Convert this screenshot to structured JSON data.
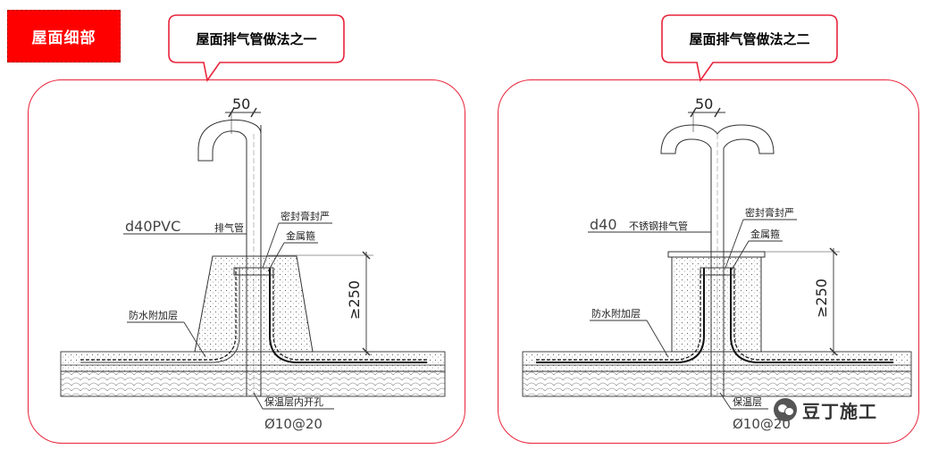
{
  "section_tag": "屋面细部",
  "panels": [
    {
      "title": "屋面排气管做法之一",
      "dimension_top": "50",
      "dimension_side": "≥250",
      "labels": {
        "pipe": "d40PVC",
        "pipe_suffix": "排气管",
        "sealant": "密封膏封严",
        "clamp": "金属箍",
        "waterproof": "防水附加层",
        "insulation_hole": "保温层内开孔",
        "hole_spacing": "Ø10@20"
      }
    },
    {
      "title": "屋面排气管做法之二",
      "dimension_top": "50",
      "dimension_side": "≥250",
      "labels": {
        "pipe": "d40",
        "pipe_suffix": "不锈钢排气管",
        "sealant": "密封膏封严",
        "clamp": "金属箍",
        "waterproof": "防水附加层",
        "insulation_hole": "保温层",
        "hole_spacing": "Ø10@20"
      }
    }
  ],
  "watermark": "豆丁施工",
  "colors": {
    "accent": "#ff0000",
    "panel_border": "#e8233a"
  }
}
